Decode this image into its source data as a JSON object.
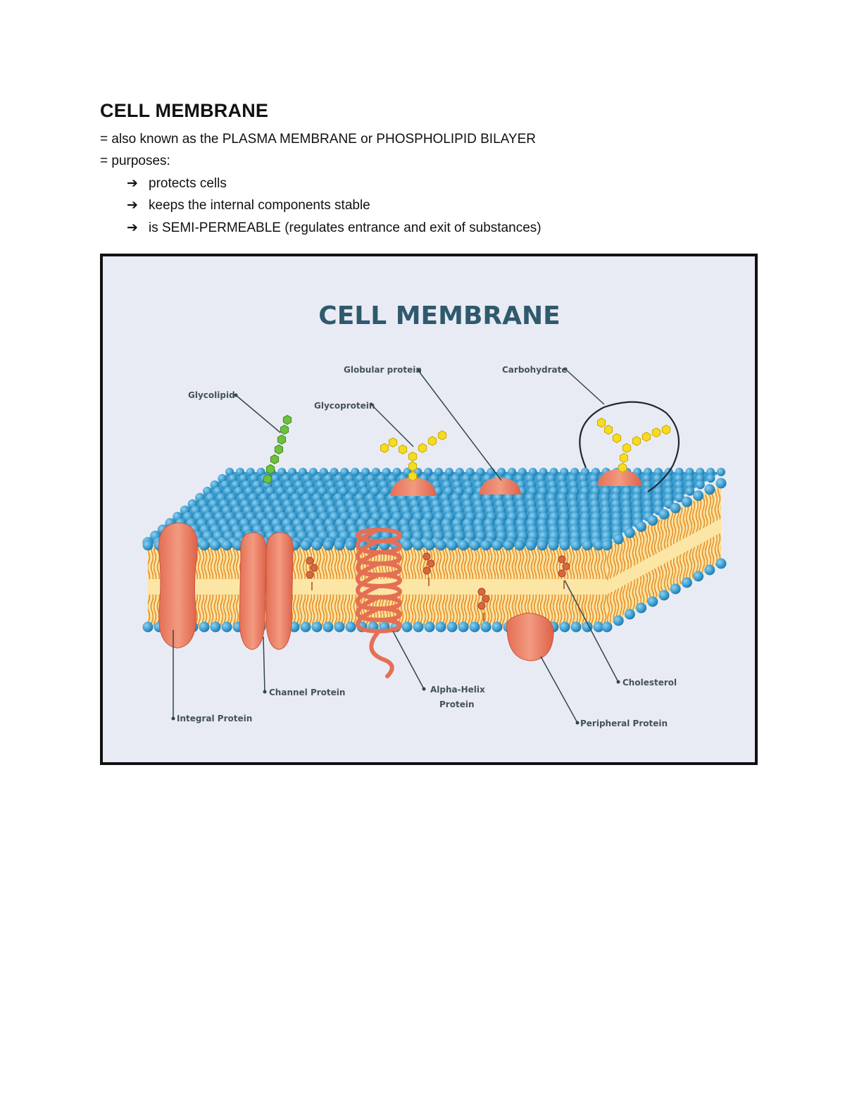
{
  "document": {
    "title": "CELL MEMBRANE",
    "lines": [
      "= also known as the PLASMA MEMBRANE or PHOSPHOLIPID BILAYER",
      "= purposes:"
    ],
    "bullet_glyph": "➔",
    "bullets": [
      "protects cells",
      "keeps the internal components stable",
      "is SEMI-PERMEABLE (regulates entrance and exit of substances)"
    ]
  },
  "figure": {
    "title": "CELL MEMBRANE",
    "labels": {
      "globular_protein": "Globular protein",
      "carbohydrate": "Carbohydrate",
      "glycolipid": "Glycolipid",
      "glycoprotein": "Glycoprotein",
      "channel_protein": "Channel Protein",
      "alpha_helix_1": "Alpha-Helix",
      "alpha_helix_2": "Protein",
      "cholesterol": "Cholesterol",
      "integral_protein": "Integral Protein",
      "peripheral_protein": "Peripheral Protein"
    },
    "colors": {
      "background": "#e9ebf4",
      "head": "#3d9fd0",
      "tail": "#f0a53a",
      "protein": "#ee8468",
      "sugar": "#f6dc1e",
      "glycolipid_sugar": "#6cc23a",
      "title": "#2f5a6d"
    }
  }
}
